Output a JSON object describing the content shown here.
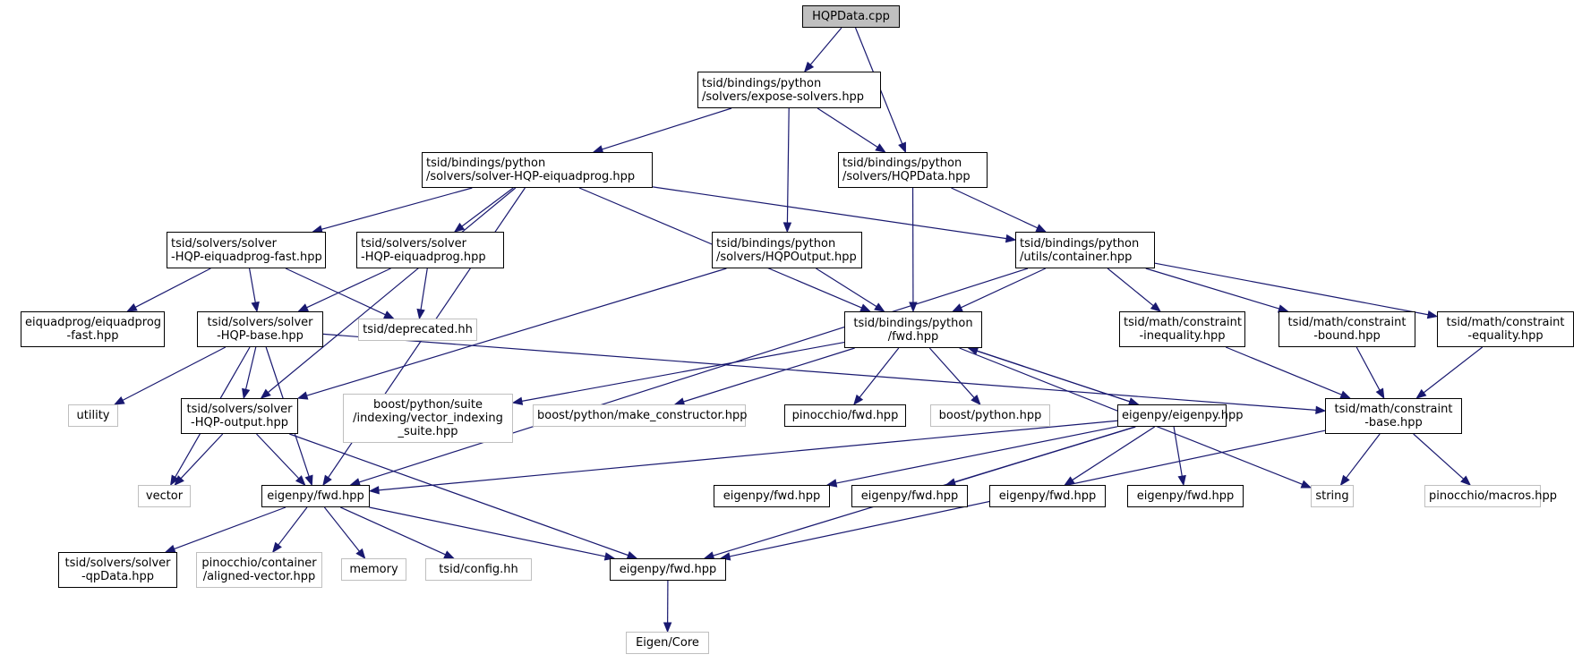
{
  "title": "HQPData.cpp include dependency graph",
  "colors": {
    "edge": "#191970",
    "documented_border": "#000000",
    "undocumented_border": "#bfbfbf",
    "root_fill": "#bfbfbf"
  },
  "nodes": [
    {
      "id": "root",
      "lines": [
        "HQPData.cpp"
      ],
      "kind": "root"
    },
    {
      "id": "expose_solvers",
      "lines": [
        "tsid/bindings/python",
        "/solvers/expose-solvers.hpp"
      ],
      "kind": "documented"
    },
    {
      "id": "solver_hqp_eiquadprog_py",
      "lines": [
        "tsid/bindings/python",
        "/solvers/solver-HQP-eiquadprog.hpp"
      ],
      "kind": "documented"
    },
    {
      "id": "hqpdata_py",
      "lines": [
        "tsid/bindings/python",
        "/solvers/HQPData.hpp"
      ],
      "kind": "documented"
    },
    {
      "id": "solver_fast",
      "lines": [
        "tsid/solvers/solver",
        "-HQP-eiquadprog-fast.hpp"
      ],
      "kind": "documented"
    },
    {
      "id": "solver_eiquadprog",
      "lines": [
        "tsid/solvers/solver",
        "-HQP-eiquadprog.hpp"
      ],
      "kind": "documented"
    },
    {
      "id": "hqpoutput_py",
      "lines": [
        "tsid/bindings/python",
        "/solvers/HQPOutput.hpp"
      ],
      "kind": "documented"
    },
    {
      "id": "container_py",
      "lines": [
        "tsid/bindings/python",
        "/utils/container.hpp"
      ],
      "kind": "documented"
    },
    {
      "id": "eiquadprog_fast",
      "lines": [
        "eiquadprog/eiquadprog",
        "-fast.hpp"
      ],
      "kind": "documented"
    },
    {
      "id": "solver_base",
      "lines": [
        "tsid/solvers/solver",
        "-HQP-base.hpp"
      ],
      "kind": "documented"
    },
    {
      "id": "deprecated",
      "lines": [
        "tsid/deprecated.hh"
      ],
      "kind": "undocumented"
    },
    {
      "id": "fwd_py",
      "lines": [
        "tsid/bindings/python",
        "/fwd.hpp"
      ],
      "kind": "documented"
    },
    {
      "id": "constraint_inequality",
      "lines": [
        "tsid/math/constraint",
        "-inequality.hpp"
      ],
      "kind": "documented"
    },
    {
      "id": "constraint_bound",
      "lines": [
        "tsid/math/constraint",
        "-bound.hpp"
      ],
      "kind": "documented"
    },
    {
      "id": "constraint_equality",
      "lines": [
        "tsid/math/constraint",
        "-equality.hpp"
      ],
      "kind": "documented"
    },
    {
      "id": "utility",
      "lines": [
        "utility"
      ],
      "kind": "undocumented"
    },
    {
      "id": "solver_output",
      "lines": [
        "tsid/solvers/solver",
        "-HQP-output.hpp"
      ],
      "kind": "documented"
    },
    {
      "id": "vector_indexing_suite",
      "lines": [
        "boost/python/suite",
        "/indexing/vector_indexing",
        "_suite.hpp"
      ],
      "kind": "undocumented"
    },
    {
      "id": "make_constructor",
      "lines": [
        "boost/python/make_constructor.hpp"
      ],
      "kind": "undocumented"
    },
    {
      "id": "pinocchio_fwd",
      "lines": [
        "pinocchio/fwd.hpp"
      ],
      "kind": "documented"
    },
    {
      "id": "boost_python",
      "lines": [
        "boost/python.hpp"
      ],
      "kind": "undocumented"
    },
    {
      "id": "eigenpy_eigenpy",
      "lines": [
        "eigenpy/eigenpy.hpp"
      ],
      "kind": "documented"
    },
    {
      "id": "constraint_base",
      "lines": [
        "tsid/math/constraint",
        "-base.hpp"
      ],
      "kind": "documented"
    },
    {
      "id": "vector",
      "lines": [
        "vector"
      ],
      "kind": "undocumented"
    },
    {
      "id": "eigenpy_fwd_a",
      "lines": [
        "eigenpy/fwd.hpp"
      ],
      "kind": "documented"
    },
    {
      "id": "eigenpy_fwd_b",
      "lines": [
        "eigenpy/fwd.hpp"
      ],
      "kind": "documented"
    },
    {
      "id": "eigenpy_fwd_c",
      "lines": [
        "eigenpy/fwd.hpp"
      ],
      "kind": "documented"
    },
    {
      "id": "eigenpy_fwd_d",
      "lines": [
        "eigenpy/fwd.hpp"
      ],
      "kind": "documented"
    },
    {
      "id": "eigenpy_fwd_e",
      "lines": [
        "eigenpy/fwd.hpp"
      ],
      "kind": "documented"
    },
    {
      "id": "string",
      "lines": [
        "string"
      ],
      "kind": "undocumented"
    },
    {
      "id": "pinocchio_macros",
      "lines": [
        "pinocchio/macros.hpp"
      ],
      "kind": "undocumented"
    },
    {
      "id": "qpdata",
      "lines": [
        "tsid/solvers/solver",
        "-qpData.hpp"
      ],
      "kind": "documented"
    },
    {
      "id": "aligned_vector",
      "lines": [
        "pinocchio/container",
        "/aligned-vector.hpp"
      ],
      "kind": "undocumented"
    },
    {
      "id": "memory",
      "lines": [
        "memory"
      ],
      "kind": "undocumented"
    },
    {
      "id": "config",
      "lines": [
        "tsid/config.hh"
      ],
      "kind": "undocumented"
    },
    {
      "id": "eigenpy_fwd_f",
      "lines": [
        "eigenpy/fwd.hpp"
      ],
      "kind": "documented"
    },
    {
      "id": "eigen_core",
      "lines": [
        "Eigen/Core"
      ],
      "kind": "undocumented"
    }
  ],
  "edges": [
    [
      "root",
      "expose_solvers"
    ],
    [
      "root",
      "hqpdata_py"
    ],
    [
      "expose_solvers",
      "solver_hqp_eiquadprog_py"
    ],
    [
      "expose_solvers",
      "hqpoutput_py"
    ],
    [
      "expose_solvers",
      "hqpdata_py"
    ],
    [
      "solver_hqp_eiquadprog_py",
      "solver_fast"
    ],
    [
      "solver_hqp_eiquadprog_py",
      "solver_eiquadprog"
    ],
    [
      "solver_hqp_eiquadprog_py",
      "solver_output"
    ],
    [
      "solver_hqp_eiquadprog_py",
      "fwd_py"
    ],
    [
      "solver_hqp_eiquadprog_py",
      "container_py"
    ],
    [
      "solver_hqp_eiquadprog_py",
      "eigenpy_fwd_a"
    ],
    [
      "hqpdata_py",
      "fwd_py"
    ],
    [
      "hqpdata_py",
      "container_py"
    ],
    [
      "solver_fast",
      "eiquadprog_fast"
    ],
    [
      "solver_fast",
      "solver_base"
    ],
    [
      "solver_fast",
      "deprecated"
    ],
    [
      "solver_eiquadprog",
      "solver_base"
    ],
    [
      "solver_eiquadprog",
      "deprecated"
    ],
    [
      "hqpoutput_py",
      "fwd_py"
    ],
    [
      "hqpoutput_py",
      "solver_output"
    ],
    [
      "container_py",
      "fwd_py"
    ],
    [
      "container_py",
      "constraint_inequality"
    ],
    [
      "container_py",
      "constraint_bound"
    ],
    [
      "container_py",
      "constraint_equality"
    ],
    [
      "container_py",
      "eigenpy_fwd_a"
    ],
    [
      "solver_base",
      "utility"
    ],
    [
      "solver_base",
      "solver_output"
    ],
    [
      "solver_base",
      "vector"
    ],
    [
      "solver_base",
      "eigenpy_fwd_a"
    ],
    [
      "solver_base",
      "constraint_base"
    ],
    [
      "fwd_py",
      "vector_indexing_suite"
    ],
    [
      "fwd_py",
      "make_constructor"
    ],
    [
      "fwd_py",
      "pinocchio_fwd"
    ],
    [
      "fwd_py",
      "boost_python"
    ],
    [
      "fwd_py",
      "eigenpy_eigenpy"
    ],
    [
      "fwd_py",
      "string"
    ],
    [
      "eigenpy_eigenpy",
      "fwd_py"
    ],
    [
      "eigenpy_eigenpy",
      "eigenpy_fwd_a"
    ],
    [
      "eigenpy_eigenpy",
      "eigenpy_fwd_b"
    ],
    [
      "eigenpy_eigenpy",
      "eigenpy_fwd_c"
    ],
    [
      "eigenpy_eigenpy",
      "eigenpy_fwd_d"
    ],
    [
      "eigenpy_eigenpy",
      "eigenpy_fwd_e"
    ],
    [
      "eigenpy_eigenpy",
      "eigenpy_fwd_f"
    ],
    [
      "constraint_inequality",
      "constraint_base"
    ],
    [
      "constraint_bound",
      "constraint_base"
    ],
    [
      "constraint_equality",
      "constraint_base"
    ],
    [
      "constraint_base",
      "string"
    ],
    [
      "constraint_base",
      "pinocchio_macros"
    ],
    [
      "constraint_base",
      "eigenpy_fwd_f"
    ],
    [
      "solver_output",
      "vector"
    ],
    [
      "solver_output",
      "eigenpy_fwd_a"
    ],
    [
      "solver_output",
      "eigenpy_fwd_f"
    ],
    [
      "eigenpy_fwd_a",
      "qpdata"
    ],
    [
      "eigenpy_fwd_a",
      "aligned_vector"
    ],
    [
      "eigenpy_fwd_a",
      "memory"
    ],
    [
      "eigenpy_fwd_a",
      "config"
    ],
    [
      "eigenpy_fwd_a",
      "eigenpy_fwd_f"
    ],
    [
      "eigenpy_fwd_f",
      "eigen_core"
    ]
  ]
}
